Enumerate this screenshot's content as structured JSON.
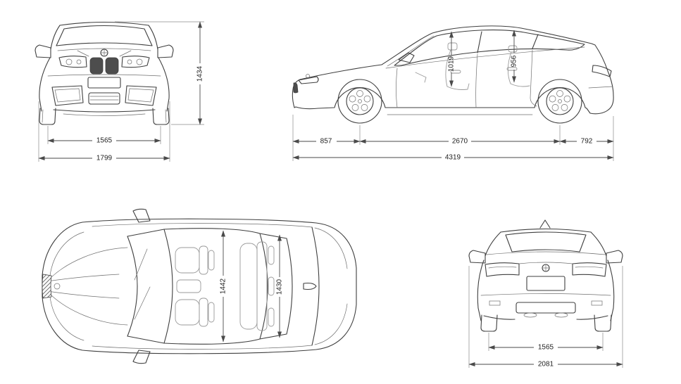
{
  "palette": {
    "line": "#3f3f3f",
    "dim_line": "#4a4a4a",
    "label_text": "#1f1f1f",
    "background": "#ffffff"
  },
  "views": {
    "front": {
      "label": "front-view",
      "dims": {
        "overall_height": "1434",
        "front_track": "1565",
        "body_width": "1799"
      }
    },
    "side": {
      "label": "side-view",
      "dims": {
        "front_headroom": "1019",
        "rear_headroom": "956",
        "front_overhang": "857",
        "wheelbase": "2670",
        "rear_overhang": "792",
        "overall_length": "4319"
      }
    },
    "top": {
      "label": "top-view",
      "dims": {
        "front_interior_width": "1442",
        "rear_interior_width": "1430"
      }
    },
    "rear": {
      "label": "rear-view",
      "dims": {
        "rear_track": "1565",
        "width_with_mirrors": "2081"
      }
    }
  }
}
